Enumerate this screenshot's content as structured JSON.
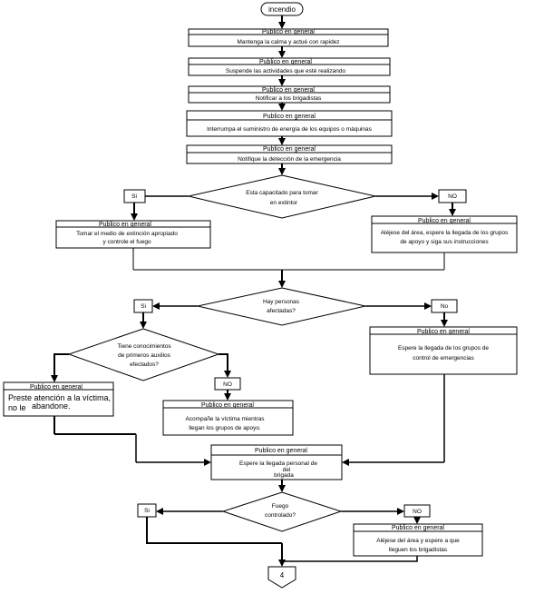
{
  "start": "incendio",
  "steps": [
    {
      "header": "Publico en general",
      "text": "Mantenga la calma y actué con rapidez"
    },
    {
      "header": "Publico en general",
      "text": "Suspende las actividades que esté realizando"
    },
    {
      "header": "Publico en general",
      "text": "Notificar a los brigadistas"
    },
    {
      "header": "Publico en general",
      "text": "Interrumpa el suministro de energía de los equipos o máquinas"
    },
    {
      "header": "Publico en general",
      "text": "Notifique la detección de la emergencia"
    }
  ],
  "decision1": {
    "line1": "Esta capacitado para tomar",
    "line2": "en extintor",
    "yes": "Si",
    "no": "NO"
  },
  "box_extintor": {
    "header": "Publico en general",
    "line1": "Tomar el medio de extinción apropiado",
    "line2": "y controle el fuego"
  },
  "box_alejese1": {
    "header": "Publico en general",
    "line1": "Aléjese del  área,  espere la llegada de los grupos",
    "line2": "de apoyo y siga sus instrucciones"
  },
  "decision2": {
    "line1": "Hay personas",
    "line2": "afectadas?",
    "yes": "Si",
    "no": "No"
  },
  "box_espere_grupos": {
    "header": "Publico en general",
    "line1": "Espere la llegada de los grupos de",
    "line2": "control de emergencias"
  },
  "decision3": {
    "line1": "Tiene conocimientos",
    "line2": "de primeros auxilios",
    "line3": "efectados?",
    "no": "NO"
  },
  "box_preste": {
    "header": "Publico en general",
    "line1": "Preste atención a la víctima,",
    "line2a": "no le",
    "line2b": "abandone."
  },
  "box_acompane": {
    "header": "Publico en general",
    "line1": "Acompañe la víctima mientras",
    "line2": "llegan los grupos de apoyo."
  },
  "box_brigada": {
    "header": "Publico en general",
    "line1": "Espere la llegada   personal de",
    "line2": "del",
    "line3": "brigada"
  },
  "decision4": {
    "line1": "Fuego",
    "line2": "controlado?",
    "yes": "Si",
    "no": "NO"
  },
  "box_alejese2": {
    "header": "Publico en general",
    "line1": "Aléjese del área y espere a que",
    "line2": "lleguen los brigadistas"
  },
  "connector": "4"
}
